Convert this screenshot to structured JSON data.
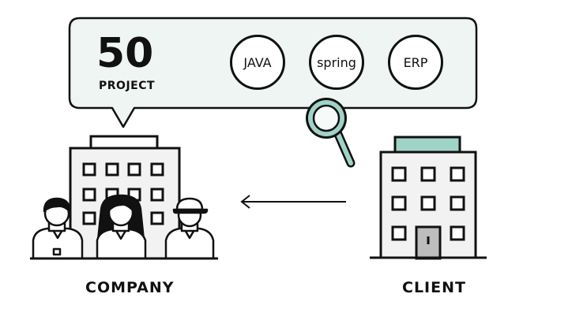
{
  "bubble": {
    "count": "50",
    "count_label": "PROJECT",
    "tags": [
      "JAVA",
      "spring",
      "ERP"
    ]
  },
  "captions": {
    "company": "COMPANY",
    "client": "CLIENT"
  },
  "colors": {
    "outline": "#111111",
    "bubble_fill": "#eef5f2",
    "accent_teal": "#9fd3c7",
    "building_fill": "#f2f2f2",
    "door_gray": "#bdbdbd"
  },
  "icons": [
    "speech-bubble-icon",
    "magnifier-icon",
    "office-building-icon",
    "arrow-left-icon",
    "people-icon"
  ]
}
